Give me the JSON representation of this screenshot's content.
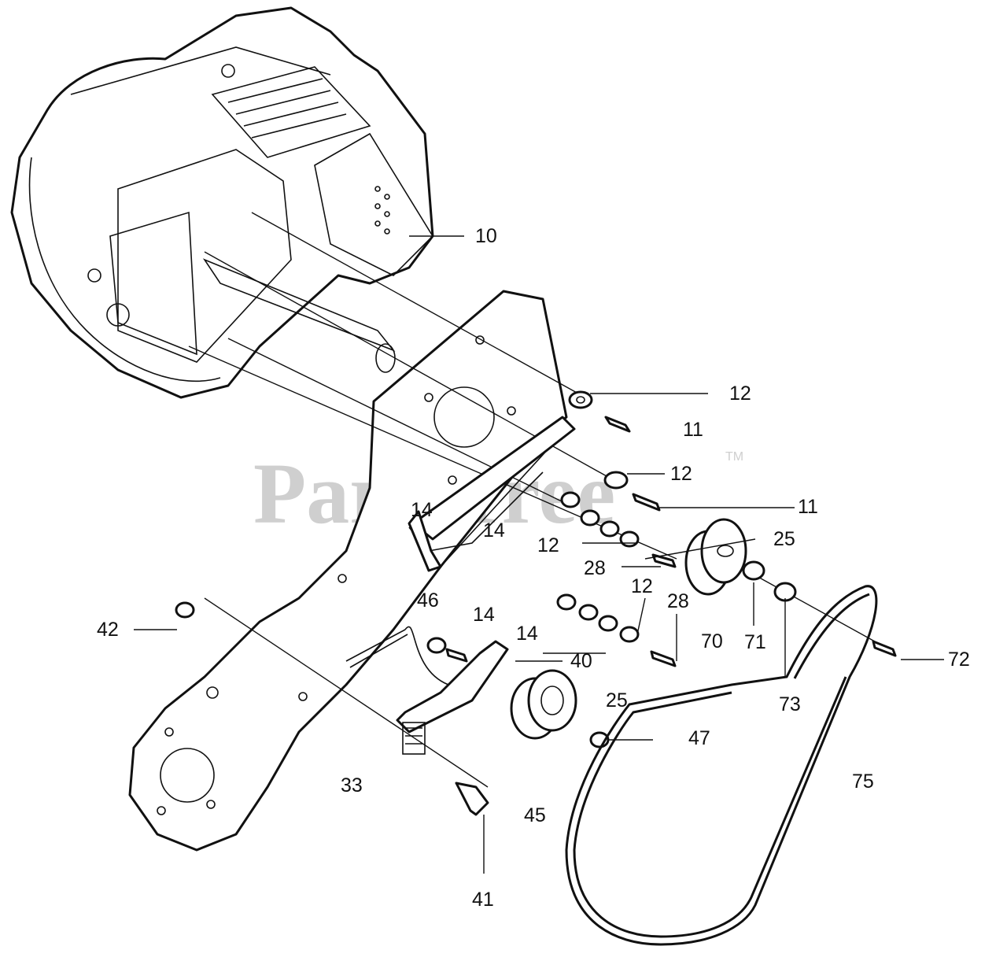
{
  "watermark": "PartsTree",
  "watermark_tm": "TM",
  "labels": [
    {
      "id": "10",
      "text": "10"
    },
    {
      "id": "12a",
      "text": "12"
    },
    {
      "id": "11a",
      "text": "11"
    },
    {
      "id": "12b",
      "text": "12"
    },
    {
      "id": "11b",
      "text": "11"
    },
    {
      "id": "14a",
      "text": "14"
    },
    {
      "id": "14b",
      "text": "14"
    },
    {
      "id": "25a",
      "text": "25"
    },
    {
      "id": "12c",
      "text": "12"
    },
    {
      "id": "28a",
      "text": "28"
    },
    {
      "id": "46",
      "text": "46"
    },
    {
      "id": "12d",
      "text": "12"
    },
    {
      "id": "28b",
      "text": "28"
    },
    {
      "id": "14c",
      "text": "14"
    },
    {
      "id": "42",
      "text": "42"
    },
    {
      "id": "14d",
      "text": "14"
    },
    {
      "id": "70",
      "text": "70"
    },
    {
      "id": "71",
      "text": "71"
    },
    {
      "id": "40",
      "text": "40"
    },
    {
      "id": "72",
      "text": "72"
    },
    {
      "id": "73",
      "text": "73"
    },
    {
      "id": "25b",
      "text": "25"
    },
    {
      "id": "47",
      "text": "47"
    },
    {
      "id": "33",
      "text": "33"
    },
    {
      "id": "75",
      "text": "75"
    },
    {
      "id": "45",
      "text": "45"
    },
    {
      "id": "41",
      "text": "41"
    }
  ]
}
